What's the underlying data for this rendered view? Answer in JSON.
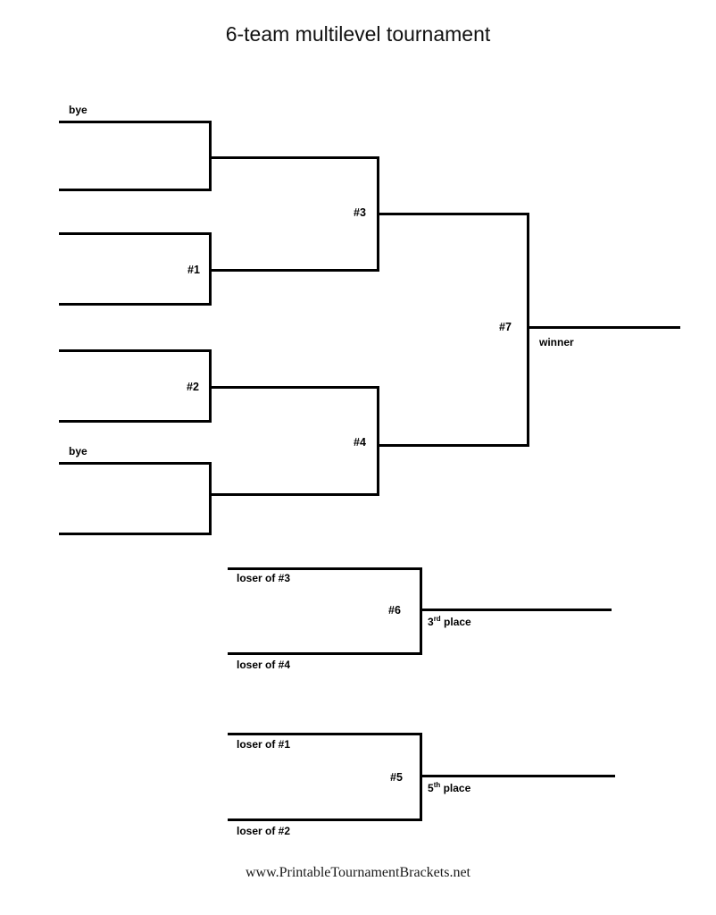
{
  "page": {
    "title": "6-team multilevel tournament",
    "footer": "www.PrintableTournamentBrackets.net",
    "background_color": "#ffffff",
    "line_color": "#000000"
  },
  "bracket": {
    "type": "single-elimination-multilevel",
    "team_count": 6,
    "main": {
      "round1": {
        "slots": [
          {
            "label": "bye",
            "has_label": true
          },
          {
            "label": "",
            "has_label": false
          },
          {
            "label": "",
            "has_label": false
          },
          {
            "label": "",
            "has_label": false
          },
          {
            "label": "",
            "has_label": false
          },
          {
            "label": "",
            "has_label": false
          },
          {
            "label": "bye",
            "has_label": true
          },
          {
            "label": "",
            "has_label": false
          }
        ],
        "matches": [
          {
            "id": "bye-top",
            "label": ""
          },
          {
            "id": "m1",
            "label": "#1"
          },
          {
            "id": "m2",
            "label": "#2"
          },
          {
            "id": "bye-bottom",
            "label": ""
          }
        ]
      },
      "round2": {
        "matches": [
          {
            "id": "m3",
            "label": "#3"
          },
          {
            "id": "m4",
            "label": "#4"
          }
        ]
      },
      "final": {
        "matches": [
          {
            "id": "m7",
            "label": "#7"
          }
        ],
        "outcome_label": "winner"
      }
    },
    "consolation": [
      {
        "id": "m6",
        "match_label": "#6",
        "top_entrant": "loser of #3",
        "bottom_entrant": "loser of #4",
        "place_number": "3",
        "place_ordinal": "rd",
        "place_label": "place"
      },
      {
        "id": "m5",
        "match_label": "#5",
        "top_entrant": "loser of #1",
        "bottom_entrant": "loser of #2",
        "place_number": "5",
        "place_ordinal": "th",
        "place_label": "place"
      }
    ]
  }
}
